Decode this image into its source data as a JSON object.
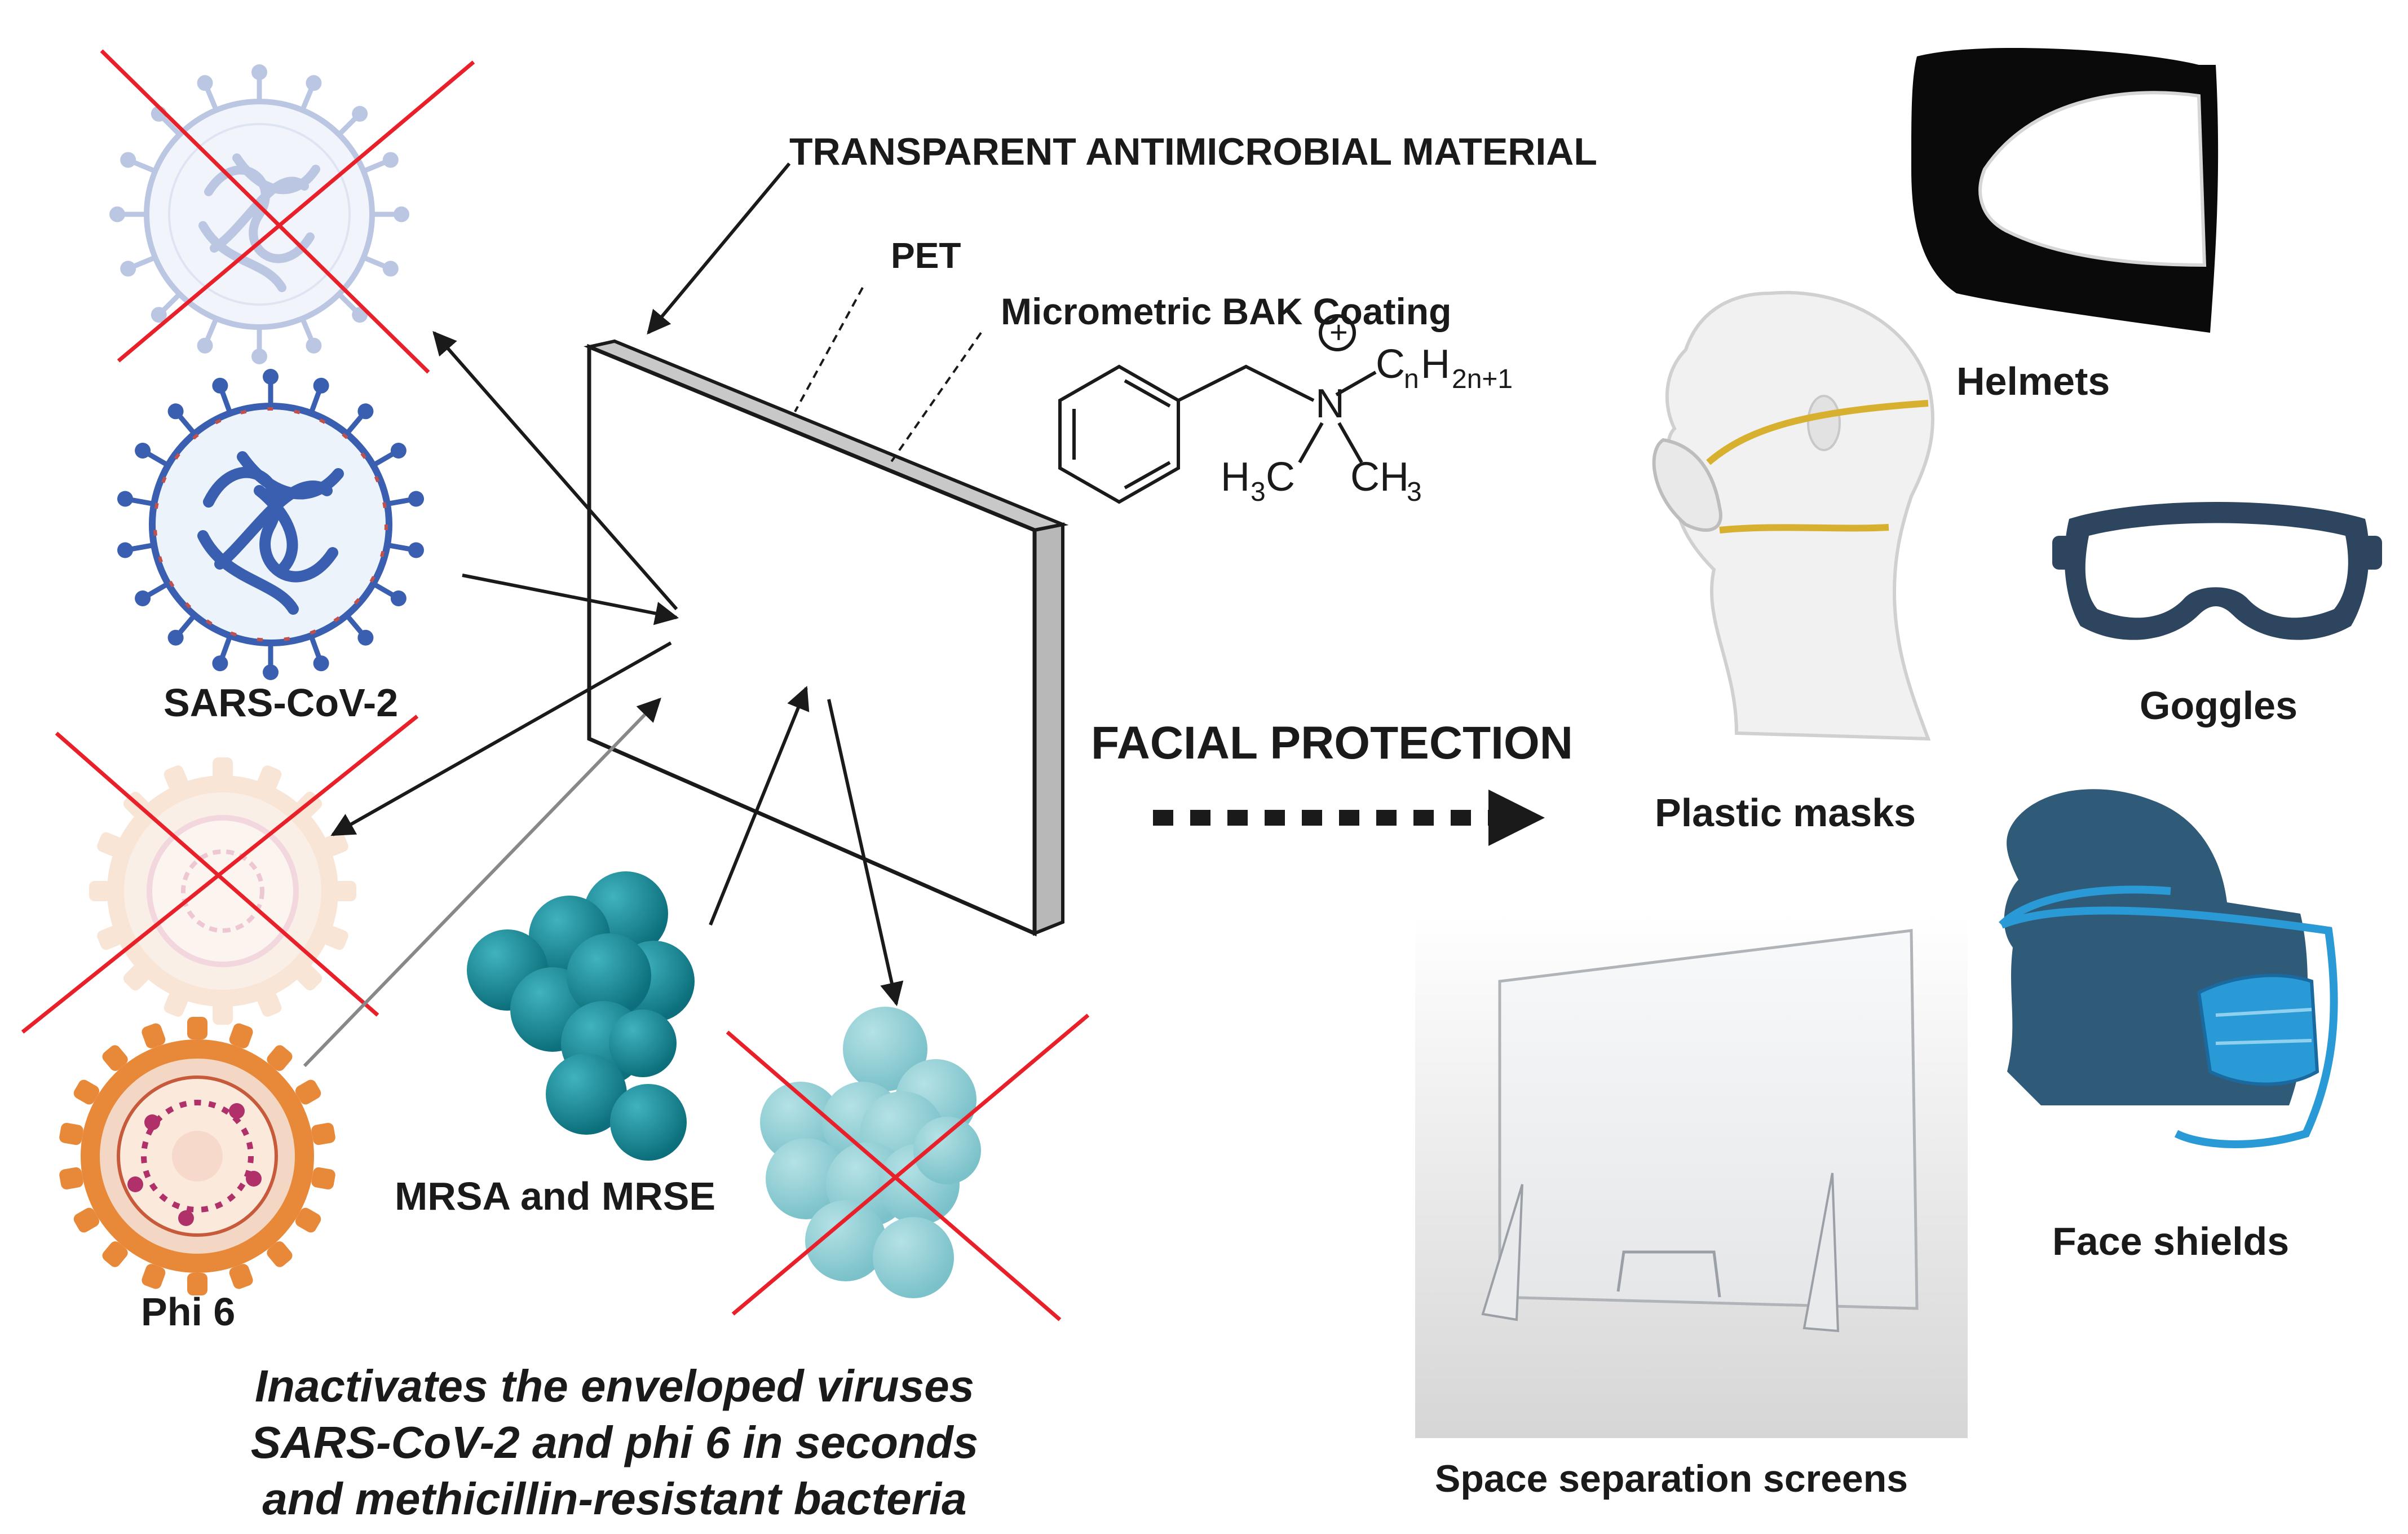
{
  "labels": {
    "material": "TRANSPARENT ANTIMICROBIAL MATERIAL",
    "pet": "PET",
    "coating": "Micrometric BAK Coating",
    "sars": "SARS-CoV-2",
    "phi6": "Phi 6",
    "mrsa": "MRSA and MRSE",
    "facial": "FACIAL PROTECTION",
    "masks": "Plastic masks",
    "helmets": "Helmets",
    "goggles": "Goggles",
    "shields": "Face shields",
    "screens": "Space separation screens"
  },
  "chem": {
    "plus": "+",
    "n": "N",
    "cn": "C",
    "cn_sub": "n",
    "h": "H",
    "h_sub": "2n+1",
    "h3c_h": "H",
    "h3c_3": "3",
    "h3c_c": "C",
    "ch3_c": "CH",
    "ch3_3": "3"
  },
  "caption": {
    "line1": "Inactivates the enveloped viruses",
    "line2": "SARS-CoV-2  and phi 6 in seconds",
    "line3": "and methicillin-resistant bacteria"
  },
  "colors": {
    "sars_blue": "#3a5fb0",
    "sars_spike": "#c0504d",
    "phi_orange": "#e8893a",
    "phi_magenta": "#b0306a",
    "bacteria_teal": "#138694",
    "bacteria_light": "#7cc7ce",
    "cross_red": "#e8202a",
    "strap_yellow": "#d8b030",
    "goggle_navy": "#2e4560",
    "shield_blue": "#2a9ad6",
    "head_navy": "#2f5a78"
  }
}
